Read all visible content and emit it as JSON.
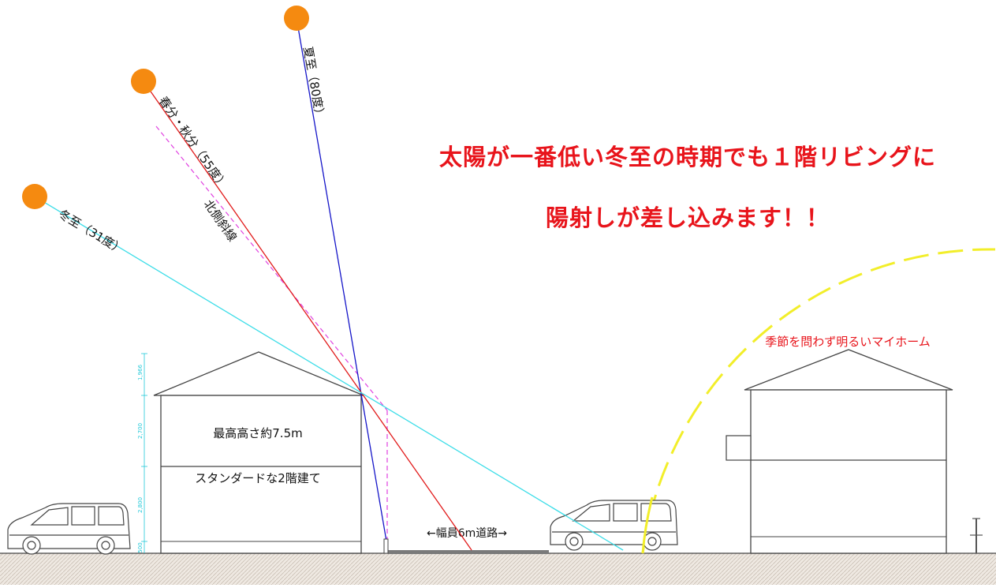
{
  "headline": {
    "line1": "太陽が一番低い冬至の時期でも１階リビングに",
    "line2": "陽射しが差し込みます！！"
  },
  "sun_labels": {
    "summer": "夏至（80度）",
    "equinox": "春分・秋分（55度）",
    "north_slope": "北側斜線",
    "winter": "冬至（31度）"
  },
  "house_left": {
    "label_height": "最高高さ約7.5m",
    "label_type": "スタンダードな2階建て"
  },
  "dimensions": {
    "d1": "1,966",
    "d2": "2,700",
    "d3": "2,800",
    "d4": "500"
  },
  "road": {
    "label": "←幅員6m道路→"
  },
  "house_right": {
    "caption": "季節を問わず明るいマイホーム"
  },
  "colors": {
    "sun": "#f58a10",
    "summer_ray": "#1515c8",
    "equinox_ray": "#e11a1a",
    "winter_ray": "#3cdde8",
    "north_slope": "#e040e0",
    "arc": "#f2ee2a",
    "headline": "#e8141b",
    "dimension": "#23c9d9"
  }
}
